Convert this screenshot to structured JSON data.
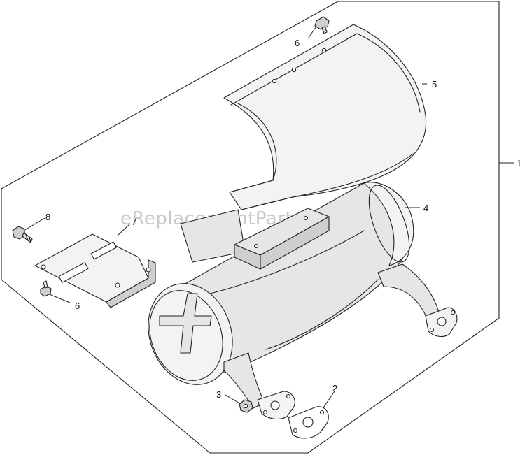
{
  "watermark": "eReplacementParts.com",
  "callouts": {
    "c1": "1",
    "c2": "2",
    "c3": "3",
    "c4": "4",
    "c5": "5",
    "c6a": "6",
    "c6b": "6",
    "c7": "7",
    "c8": "8"
  }
}
